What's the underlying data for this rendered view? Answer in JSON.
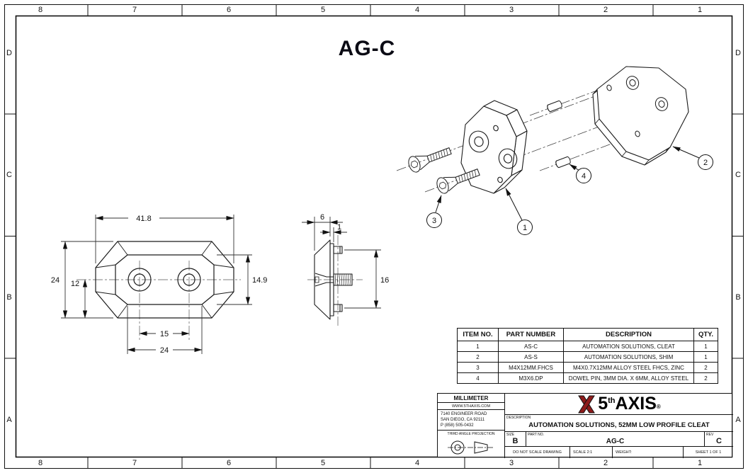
{
  "sheet": {
    "title": "AG-C",
    "zones": {
      "columns": [
        "8",
        "7",
        "6",
        "5",
        "4",
        "3",
        "2",
        "1"
      ],
      "rows": [
        "D",
        "C",
        "B",
        "A"
      ]
    }
  },
  "views": {
    "front": {
      "dims": {
        "overall_width": "41.8",
        "overall_height": "24",
        "center_to_bottom": "12",
        "face_height": "14.9",
        "hole_spacing": "15",
        "base_width": "24"
      }
    },
    "side": {
      "dims": {
        "body_thickness": "6",
        "shim_thickness": "1",
        "pin_spacing": "16"
      }
    },
    "exploded": {
      "balloons": [
        "1",
        "2",
        "3",
        "4"
      ]
    }
  },
  "bom": {
    "headers": [
      "ITEM NO.",
      "PART NUMBER",
      "DESCRIPTION",
      "QTY."
    ],
    "rows": [
      [
        "1",
        "AS-C",
        "AUTOMATION SOLUTIONS, CLEAT",
        "1"
      ],
      [
        "2",
        "AS-S",
        "AUTOMATION SOLUTIONS, SHIM",
        "1"
      ],
      [
        "3",
        "M4X12MM.FHCS",
        "M4X0.7X12MM ALLOY STEEL FHCS, ZINC",
        "2"
      ],
      [
        "4",
        "M3X6.DP",
        "DOWEL PIN, 3MM DIA. X 6MM, ALLOY STEEL",
        "2"
      ]
    ]
  },
  "title_block": {
    "units": "MILLIMETER",
    "website": "WWW.5THAXIS.COM",
    "address_line1": "7140 ENGINEER ROAD",
    "address_line2": "SAN DIEGO, CA 92111",
    "phone": "P (858) 505-0432",
    "projection_label": "THIRD ANGLE PROJECTION",
    "logo_prefix": "5",
    "logo_sup": "th",
    "logo_main": "AXIS",
    "logo_reg": "®",
    "description_label": "DESCRIPTION",
    "description": "AUTOMATION SOLUTIONS, 52MM LOW PROFILE CLEAT",
    "size_label": "SIZE",
    "size_value": "B",
    "part_label": "PART NO.",
    "part_value": "AG-C",
    "rev_label": "REV",
    "rev_value": "C",
    "do_not_scale": "DO NOT SCALE DRAWING",
    "scale_text": "SCALE 2:1",
    "weight_label": "WEIGHT:",
    "sheet_text": "SHEET 1 OF 1"
  }
}
